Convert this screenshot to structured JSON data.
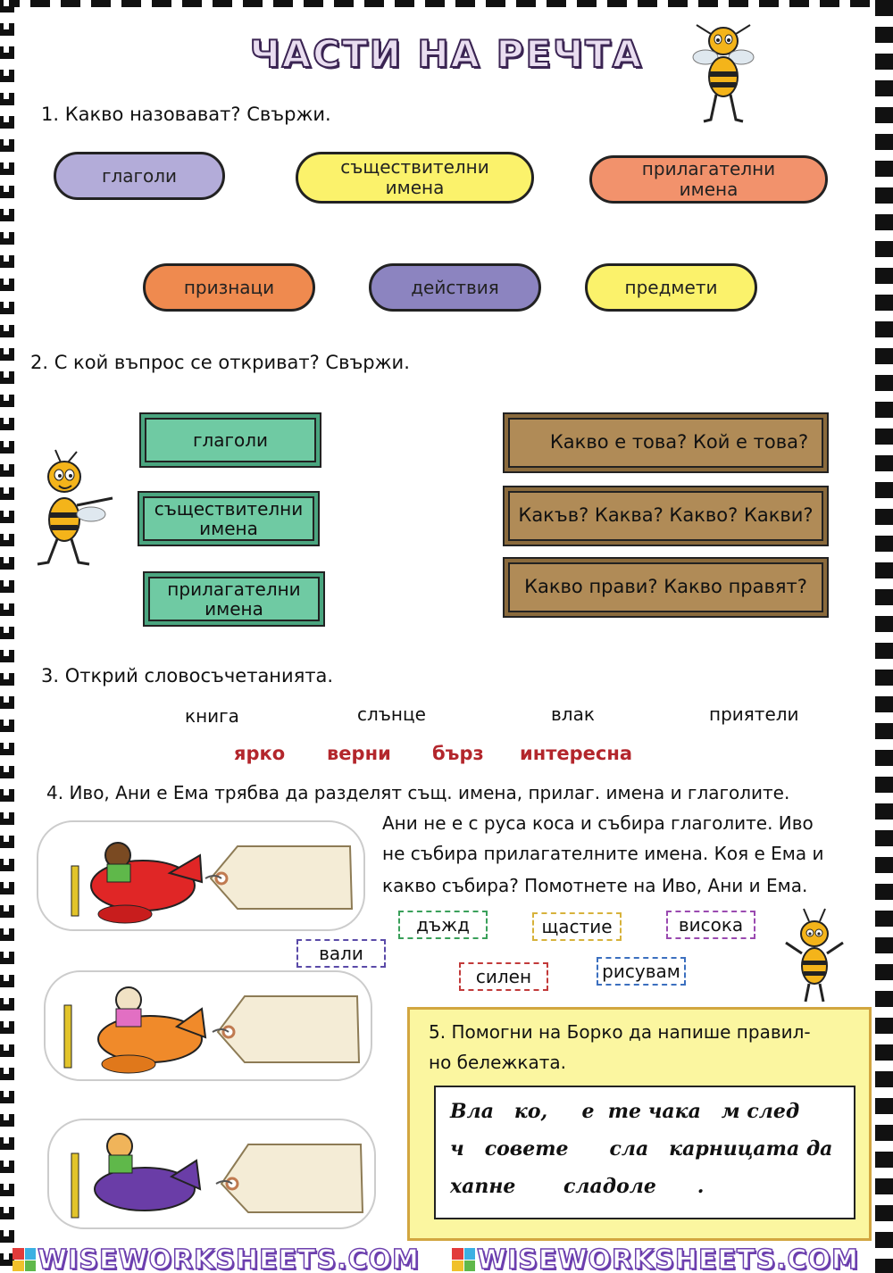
{
  "title": "ЧАСТИ НА РЕЧТА",
  "task1": {
    "heading": "1. Какво назовават? Свържи.",
    "top_row": [
      "глаголи",
      "съществителни имена",
      "прилагателни имена"
    ],
    "bottom_row": [
      "признаци",
      "действия",
      "предмети"
    ]
  },
  "task2": {
    "heading": "2. С кой въпрос се откриват? Свържи.",
    "left": [
      "глаголи",
      "съществителни имена",
      "прилагателни имена"
    ],
    "right": [
      "Какво е това? Кой е това?",
      "Какъв? Каква? Какво? Какви?",
      "Какво прави? Какво правят?"
    ]
  },
  "task3": {
    "heading": "3. Открий словосъчетанията.",
    "nouns": [
      "книга",
      "слънце",
      "влак",
      "приятели"
    ],
    "adjectives": [
      "ярко",
      "верни",
      "бърз",
      "интересна"
    ]
  },
  "task4": {
    "heading": "4. Иво, Ани е Ема трябва да разделят същ. имена, прилаг. имена и глаголите.",
    "text_lines": [
      "Ани не е с руса коса и събира глаголите. Иво",
      "не събира прилагателните имена. Коя е Ема и",
      "какво събира? Помотнете на Иво, Ани и Ема."
    ],
    "words": [
      "дъжд",
      "щастие",
      "висока",
      "вали",
      "силен",
      "рисувам"
    ]
  },
  "task5": {
    "heading_lines": [
      "5. Помогни на Борко да напише правил-",
      "но бележката."
    ],
    "note_lines": [
      "Вла   ко,     е  те чака   м след",
      "ч   совете      сла   карницата да",
      "хапне       сладоле      ."
    ]
  },
  "footer": [
    "WISEWORKSHEETS.COM",
    "WISEWORKSHEETS.COM"
  ],
  "colors": {
    "lavender": "#b3acd9",
    "yellow": "#fbf26b",
    "salmon": "#f2926c",
    "orange": "#ef8a4f",
    "violet": "#8c84c0",
    "green": "#6fcaa3",
    "brown": "#b08b57"
  }
}
